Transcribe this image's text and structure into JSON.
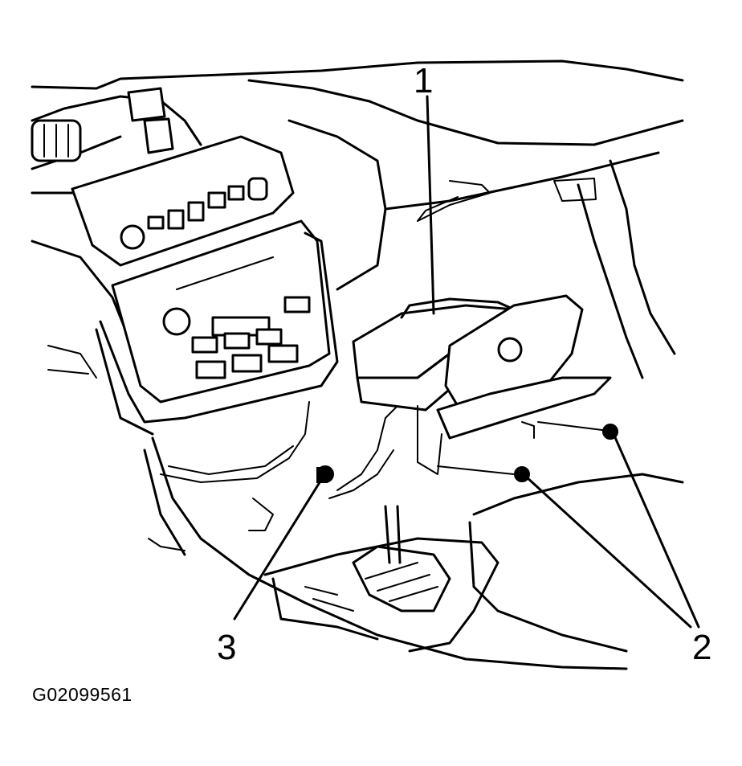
{
  "callouts": [
    {
      "id": "callout-1",
      "label": "1"
    },
    {
      "id": "callout-2",
      "label": "2"
    },
    {
      "id": "callout-3",
      "label": "3"
    }
  ],
  "figure_id": "G02099561"
}
